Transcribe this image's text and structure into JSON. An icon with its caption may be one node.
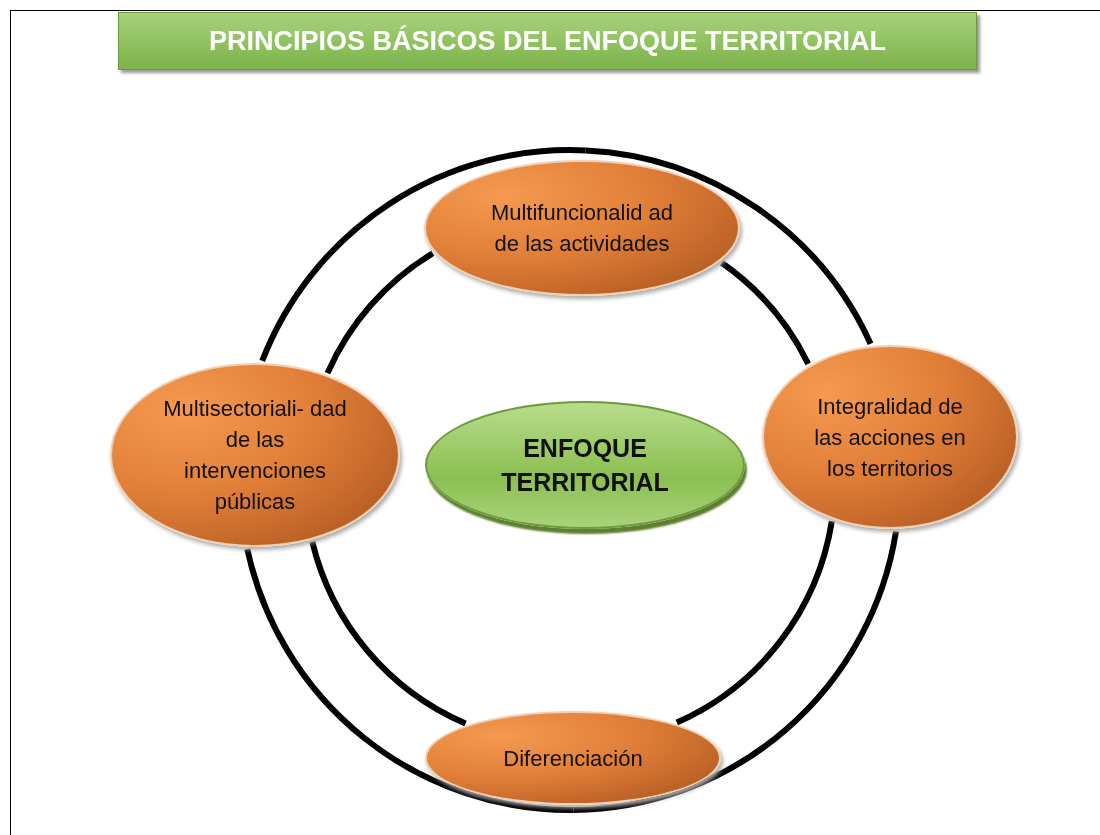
{
  "diagram": {
    "title": "PRINCIPIOS BÁSICOS DEL ENFOQUE TERRITORIAL",
    "nodes": [
      {
        "text": [
          "Multifuncionalid ad de las actividades"
        ]
      },
      {
        "text": [
          "Multisectoriali- dad de las intervenciones públicas"
        ]
      },
      {
        "text": [
          "ENFOQUE TERRITORIAL"
        ]
      },
      {
        "text": [
          "Integralidad de las acciones en los territorios"
        ]
      },
      {
        "text": [
          "Diferenciación"
        ]
      }
    ],
    "edges": [
      {
        "from": 0,
        "to": 3,
        "arrow": "none"
      },
      {
        "from": 0,
        "to": 3,
        "arrow": "none"
      },
      {
        "from": 3,
        "to": 4,
        "arrow": "none"
      },
      {
        "from": 3,
        "to": 4,
        "arrow": "none"
      },
      {
        "from": 4,
        "to": 1,
        "arrow": "none"
      },
      {
        "from": 4,
        "to": 1,
        "arrow": "none"
      },
      {
        "from": 1,
        "to": 0,
        "arrow": "none"
      },
      {
        "from": 1,
        "to": 0,
        "arrow": "none"
      }
    ]
  }
}
